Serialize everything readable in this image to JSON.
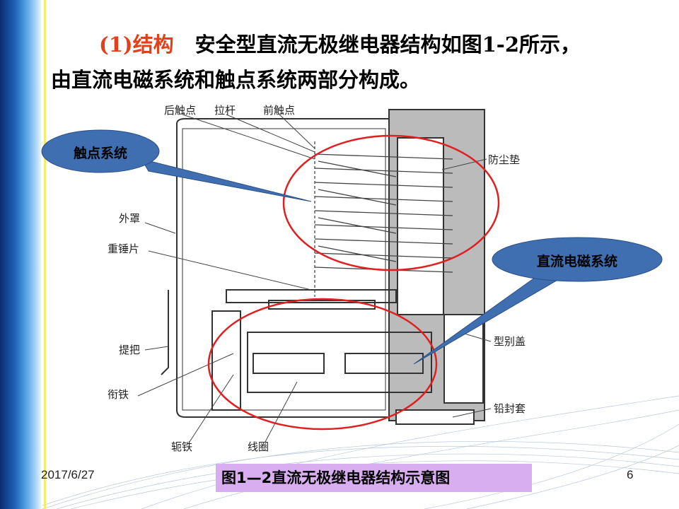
{
  "title": {
    "section_label": "(1)结构",
    "line1": "安全型直流无极继电器结构如图1-2所示，",
    "line2": "由直流电磁系统和触点系统两部分构成。"
  },
  "diagram": {
    "labels": {
      "rear_contact": "后触点",
      "pull_rod": "拉杆",
      "front_contact": "前触点",
      "dust_pad": "防尘垫",
      "outer_cover": "外罩",
      "weight_piece": "重锤片",
      "type_cover": "型别盖",
      "handle": "提把",
      "armature": "衔铁",
      "lead_seal_sleeve": "铅封套",
      "yoke": "轭铁",
      "coil": "线圈"
    },
    "callouts": {
      "contact_system": "触点系统",
      "dc_magnetic_system": "直流电磁系统"
    },
    "colors": {
      "callout_fill": "#3f6fb0",
      "highlight": "#e02020",
      "caption_bg": "#d8aef0"
    }
  },
  "footer": {
    "date": "2017/6/27",
    "caption": "图1—2直流无极继电器结构示意图",
    "page_number": "6"
  }
}
